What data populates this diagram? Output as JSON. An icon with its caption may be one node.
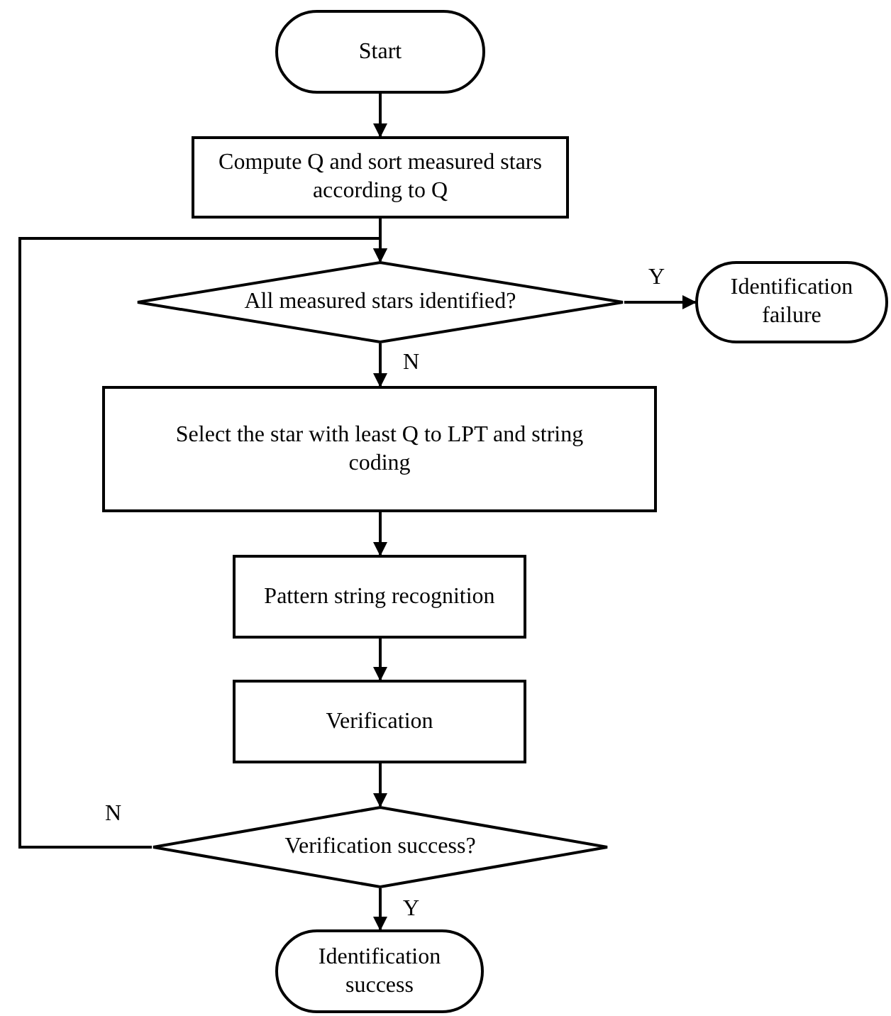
{
  "diagram": {
    "nodes": [
      {
        "text": [
          "Start"
        ]
      },
      {
        "text": [
          "Compute Q and sort measured stars according to Q"
        ]
      },
      {
        "text": [
          "All measured stars identified?"
        ]
      },
      {
        "text": [
          "Identification failure"
        ]
      },
      {
        "text": [
          "Select the star with least Q to LPT and string coding"
        ]
      },
      {
        "text": [
          "Pattern string recognition"
        ]
      },
      {
        "text": [
          "Verification"
        ]
      },
      {
        "text": [
          "Verification success?"
        ]
      },
      {
        "text": [
          "Identification success"
        ]
      }
    ],
    "edges": [
      {
        "from": 0,
        "to": 1,
        "arrow": "to"
      },
      {
        "from": 1,
        "to": 2,
        "arrow": "to"
      },
      {
        "from": 2,
        "to": 3,
        "arrow": "to",
        "label": "Y"
      },
      {
        "from": 2,
        "to": 4,
        "arrow": "to",
        "label": "N"
      },
      {
        "from": 4,
        "to": 5,
        "arrow": "to"
      },
      {
        "from": 5,
        "to": 6,
        "arrow": "to"
      },
      {
        "from": 6,
        "to": 7,
        "arrow": "to"
      },
      {
        "from": 7,
        "to": 2,
        "arrow": "to",
        "label": "N"
      },
      {
        "from": 7,
        "to": 8,
        "arrow": "to",
        "label": "Y"
      }
    ]
  }
}
